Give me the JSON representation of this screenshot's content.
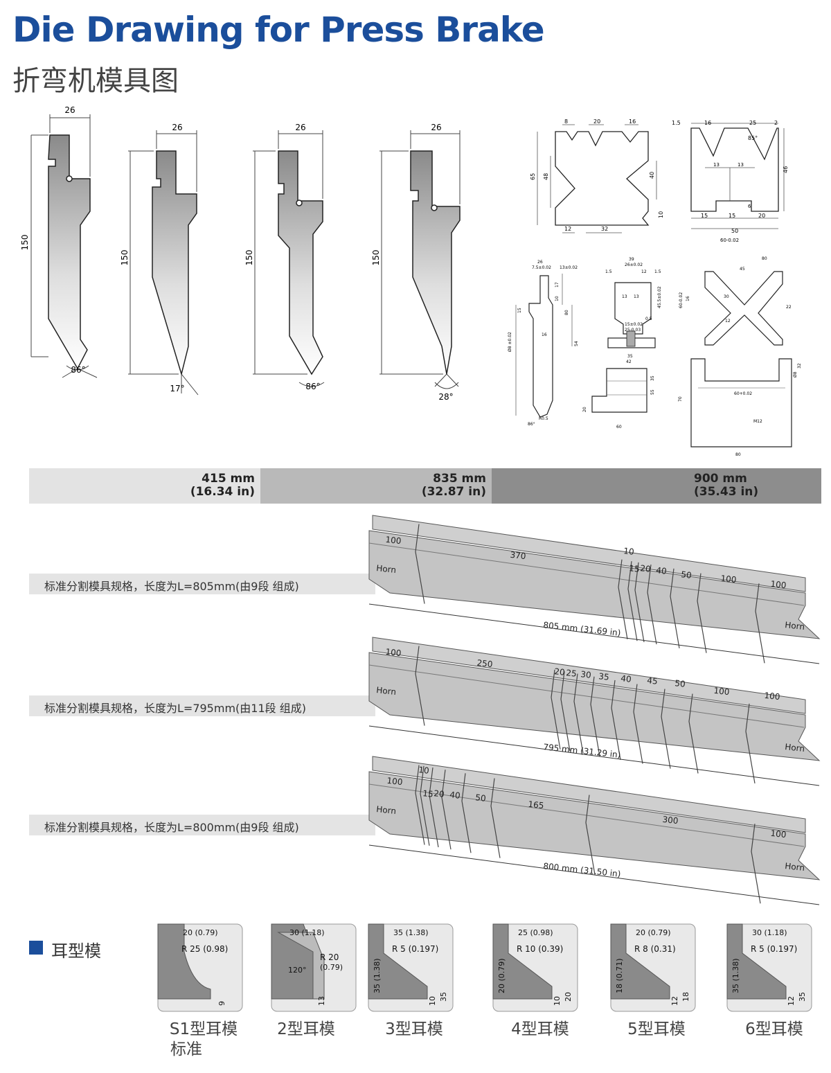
{
  "header": {
    "title": "Die Drawing for Press Brake",
    "subtitle": "折弯机模具图"
  },
  "punches": [
    {
      "width": "26",
      "height": "150",
      "angle": "86°"
    },
    {
      "width": "26",
      "height": "150",
      "angle": "17°"
    },
    {
      "width": "26",
      "height": "150",
      "angle": "86°"
    },
    {
      "width": "26",
      "height": "150",
      "angle": "28°"
    }
  ],
  "dies": {
    "die1": {
      "dims": [
        "8",
        "20",
        "16",
        "65",
        "48",
        "40",
        "10",
        "12",
        "32"
      ]
    },
    "die2": {
      "dims": [
        "1.5",
        "16",
        "25",
        "2",
        "85°",
        "13",
        "13",
        "46",
        "6",
        "15",
        "15",
        "20",
        "50",
        "60-0.02"
      ]
    },
    "die3": {
      "dims": [
        "26",
        "7.5±0.02",
        "13±0.02",
        "17",
        "10",
        "80",
        "15",
        "16",
        "Ø8 ±0.02",
        "54",
        "R0.5",
        "86°"
      ]
    },
    "die4": {
      "dims": [
        "39",
        "26±0.02",
        "1.5",
        "12",
        "1.5",
        "13",
        "13",
        "45.5±0.02",
        "0.5",
        "15±0.02",
        "25-0.03",
        "35",
        "42",
        "35",
        "20",
        "55",
        "60"
      ]
    },
    "die5": {
      "dims": [
        "60-0.02",
        "16",
        "22",
        "30",
        "80",
        "45",
        "12"
      ]
    },
    "die6": {
      "dims": [
        "60+0.02",
        "M12",
        "70",
        "80",
        "32",
        "Ø8"
      ]
    }
  },
  "length_bar": [
    {
      "mm": "415 mm",
      "inch": "(16.34 in)",
      "color": "#e3e3e3"
    },
    {
      "mm": "835 mm",
      "inch": "(32.87 in)",
      "color": "#b9b9b9"
    },
    {
      "mm": "900 mm",
      "inch": "(35.43 in)",
      "color": "#8d8d8d"
    }
  ],
  "segment_rows": [
    {
      "label": "标准分割模具规格，长度为L=805mm(由9段 组成)",
      "total": "805 mm (31.69 in)",
      "horn_left": "Horn",
      "horn_right": "Horn",
      "segments": [
        "100",
        "370",
        "10",
        "15",
        "20",
        "40",
        "50",
        "100",
        "100"
      ]
    },
    {
      "label": "标准分割模具规格，长度为L=795mm(由11段 组成)",
      "total": "795 mm (31.29 in)",
      "horn_left": "Horn",
      "horn_right": "Horn",
      "segments": [
        "100",
        "250",
        "20",
        "25",
        "30",
        "35",
        "40",
        "45",
        "50",
        "100",
        "100"
      ]
    },
    {
      "label": "标准分割模具规格，长度为L=800mm(由9段 组成)",
      "total": "800 mm (31.50 in)",
      "horn_left": "Horn",
      "horn_right": "Horn",
      "segments": [
        "100",
        "10",
        "15",
        "20",
        "40",
        "50",
        "165",
        "300",
        "100"
      ]
    }
  ],
  "ear_section": {
    "heading": "耳型模",
    "accent": "#1b4e9b",
    "types": [
      {
        "caption": "S1型耳模",
        "caption2": "标准",
        "w": "20 (0.79)",
        "r": "R 25 (0.98)",
        "h1": "9",
        "h2": ""
      },
      {
        "caption": "2型耳模",
        "caption2": "",
        "w": "30 (1.18)",
        "r": "R 20",
        "r2": "(0.79)",
        "ang": "120°",
        "h1": "13",
        "h2": ""
      },
      {
        "caption": "3型耳模",
        "caption2": "",
        "w": "35 (1.38)",
        "r": "R 5 (0.197)",
        "side": "35 (1.38)",
        "h1": "10",
        "h2": "35"
      },
      {
        "caption": "4型耳模",
        "caption2": "",
        "w": "25 (0.98)",
        "r": "R 10 (0.39)",
        "side": "20 (0.79)",
        "h1": "10",
        "h2": "20"
      },
      {
        "caption": "5型耳模",
        "caption2": "",
        "w": "20 (0.79)",
        "r": "R 8 (0.31)",
        "side": "18 (0.71)",
        "h1": "12",
        "h2": "18"
      },
      {
        "caption": "6型耳模",
        "caption2": "",
        "w": "30 (1.18)",
        "r": "R 5 (0.197)",
        "side": "35 (1.38)",
        "h1": "12",
        "h2": "35"
      }
    ]
  }
}
